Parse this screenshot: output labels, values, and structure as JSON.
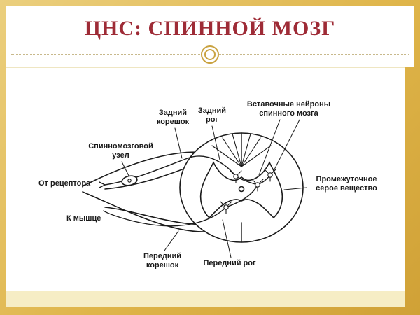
{
  "slide": {
    "title": "ЦНС: СПИННОЙ МОЗГ",
    "colors": {
      "title_text": "#9E2B36",
      "frame_gold": "#DFB54A",
      "frame_gold_dark": "#D0A136",
      "pale_band": "#F6EDC5",
      "ornament_gold": "#C9A23F",
      "diagram_ink": "#1b1b1b"
    }
  },
  "diagram": {
    "labels": {
      "dorsal_root": "Задний корешок",
      "dorsal_horn": "Задний рог",
      "interneurons": "Вставочные нейроны спинного мозга",
      "spinal_ganglion": "Спинномозговой узел",
      "from_receptor": "От рецептора",
      "intermediate_gray": "Промежуточное серое вещество",
      "to_muscle": "К мышце",
      "ventral_root": "Передний корешок",
      "ventral_horn": "Передний рог"
    }
  }
}
